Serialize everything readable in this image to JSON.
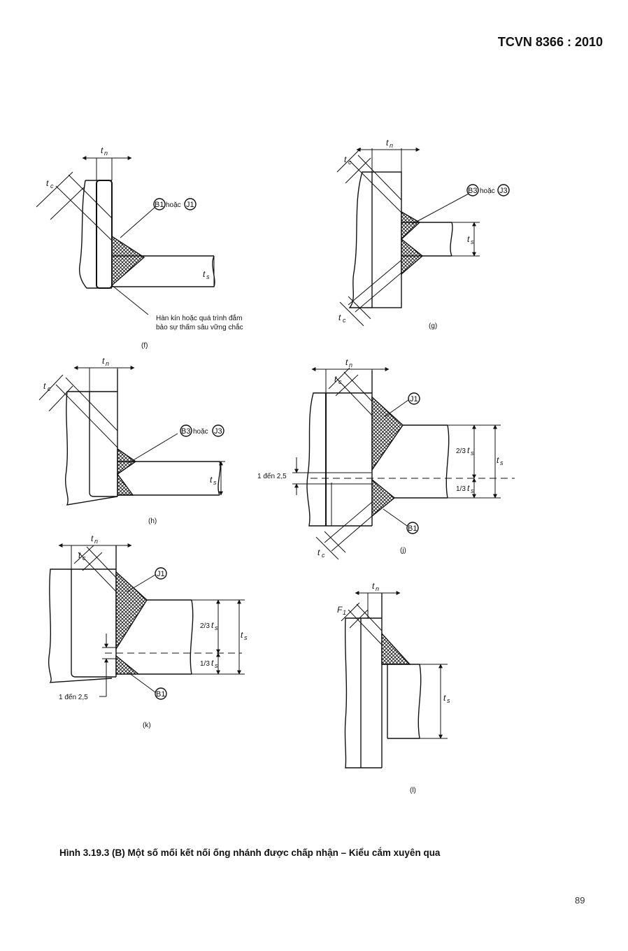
{
  "header": {
    "standard": "TCVN 8366 : 2010"
  },
  "figure": {
    "caption": "Hình 3.19.3 (B) Một số mối kết nối ống nhánh được chấp nhận – Kiểu cắm xuyên qua",
    "labels": {
      "t": "t",
      "n": "n",
      "c": "c",
      "s": "s",
      "F1": "F",
      "one": "1",
      "hoac": "hoặc",
      "B1": "B1",
      "J1": "J1",
      "B3": "B3",
      "J3": "J3",
      "range": "1 đến 2,5",
      "two_thirds": "2/3",
      "one_third": "1/3"
    },
    "notes": {
      "f_line1": "Hàn kín hoặc quá trình đắm",
      "f_line2": "bảo sự thấm sâu vững chắc"
    },
    "panels": {
      "f": "(f)",
      "g": "(g)",
      "h": "(h)",
      "j": "(j)",
      "k": "(k)",
      "l": "(l)"
    }
  },
  "page_number": "89"
}
